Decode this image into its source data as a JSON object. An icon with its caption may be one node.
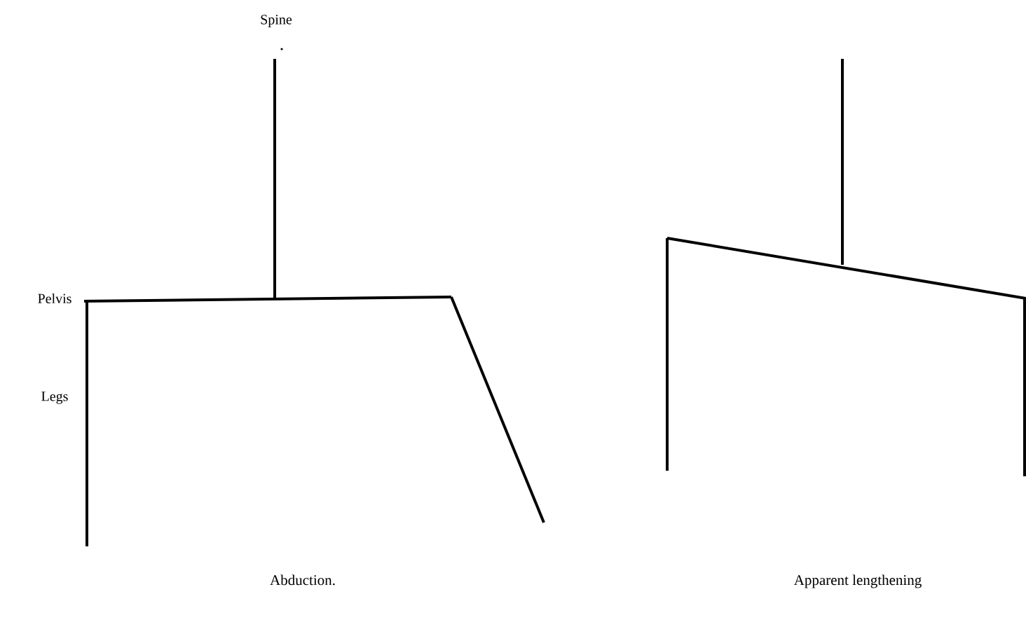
{
  "diagram": {
    "labels": [
      "Spine",
      "Pelvis",
      "Legs",
      "Abduction.",
      "Apparent lengthening"
    ]
  }
}
